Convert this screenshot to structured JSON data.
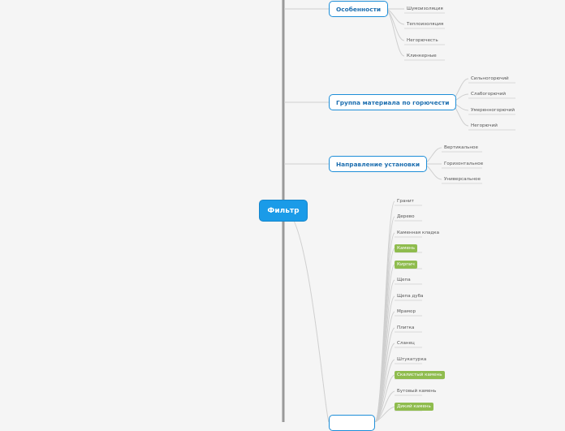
{
  "root": {
    "label": "Фильтр"
  },
  "branches": [
    {
      "label": "Особенности",
      "items": [
        {
          "label": "Шумоизоляция"
        },
        {
          "label": "Теплоизоляция"
        },
        {
          "label": "Негорючесть"
        },
        {
          "label": "Клинкерные"
        }
      ]
    },
    {
      "label": "Группа материала по горючести",
      "items": [
        {
          "label": "Сильногорючий"
        },
        {
          "label": "Слабогорючий"
        },
        {
          "label": "Умеренногорючий"
        },
        {
          "label": "Негорючий"
        }
      ]
    },
    {
      "label": "Направление установки",
      "items": [
        {
          "label": "Вертикальное"
        },
        {
          "label": "Горизонтальное"
        },
        {
          "label": "Универсальное"
        }
      ]
    },
    {
      "label": "",
      "items": [
        {
          "label": "Гранит"
        },
        {
          "label": "Дерево"
        },
        {
          "label": "Каменная кладка"
        },
        {
          "label": "Камень",
          "highlighted": true
        },
        {
          "label": "Кирпич",
          "highlighted": true
        },
        {
          "label": "Щепа"
        },
        {
          "label": "Щепа дуба"
        },
        {
          "label": "Мрамор"
        },
        {
          "label": "Плитка"
        },
        {
          "label": "Сланец"
        },
        {
          "label": "Штукатурка"
        },
        {
          "label": "Скалистый камень",
          "highlighted": true
        },
        {
          "label": "Бутовый камень"
        },
        {
          "label": "Дикий камень",
          "highlighted": true
        }
      ]
    }
  ],
  "colors": {
    "root_fill": "#1a9be8",
    "topic_border": "#1e8ed8",
    "highlight": "#8fbc4e",
    "line": "#cfcfcf",
    "trunk": "#999999"
  }
}
